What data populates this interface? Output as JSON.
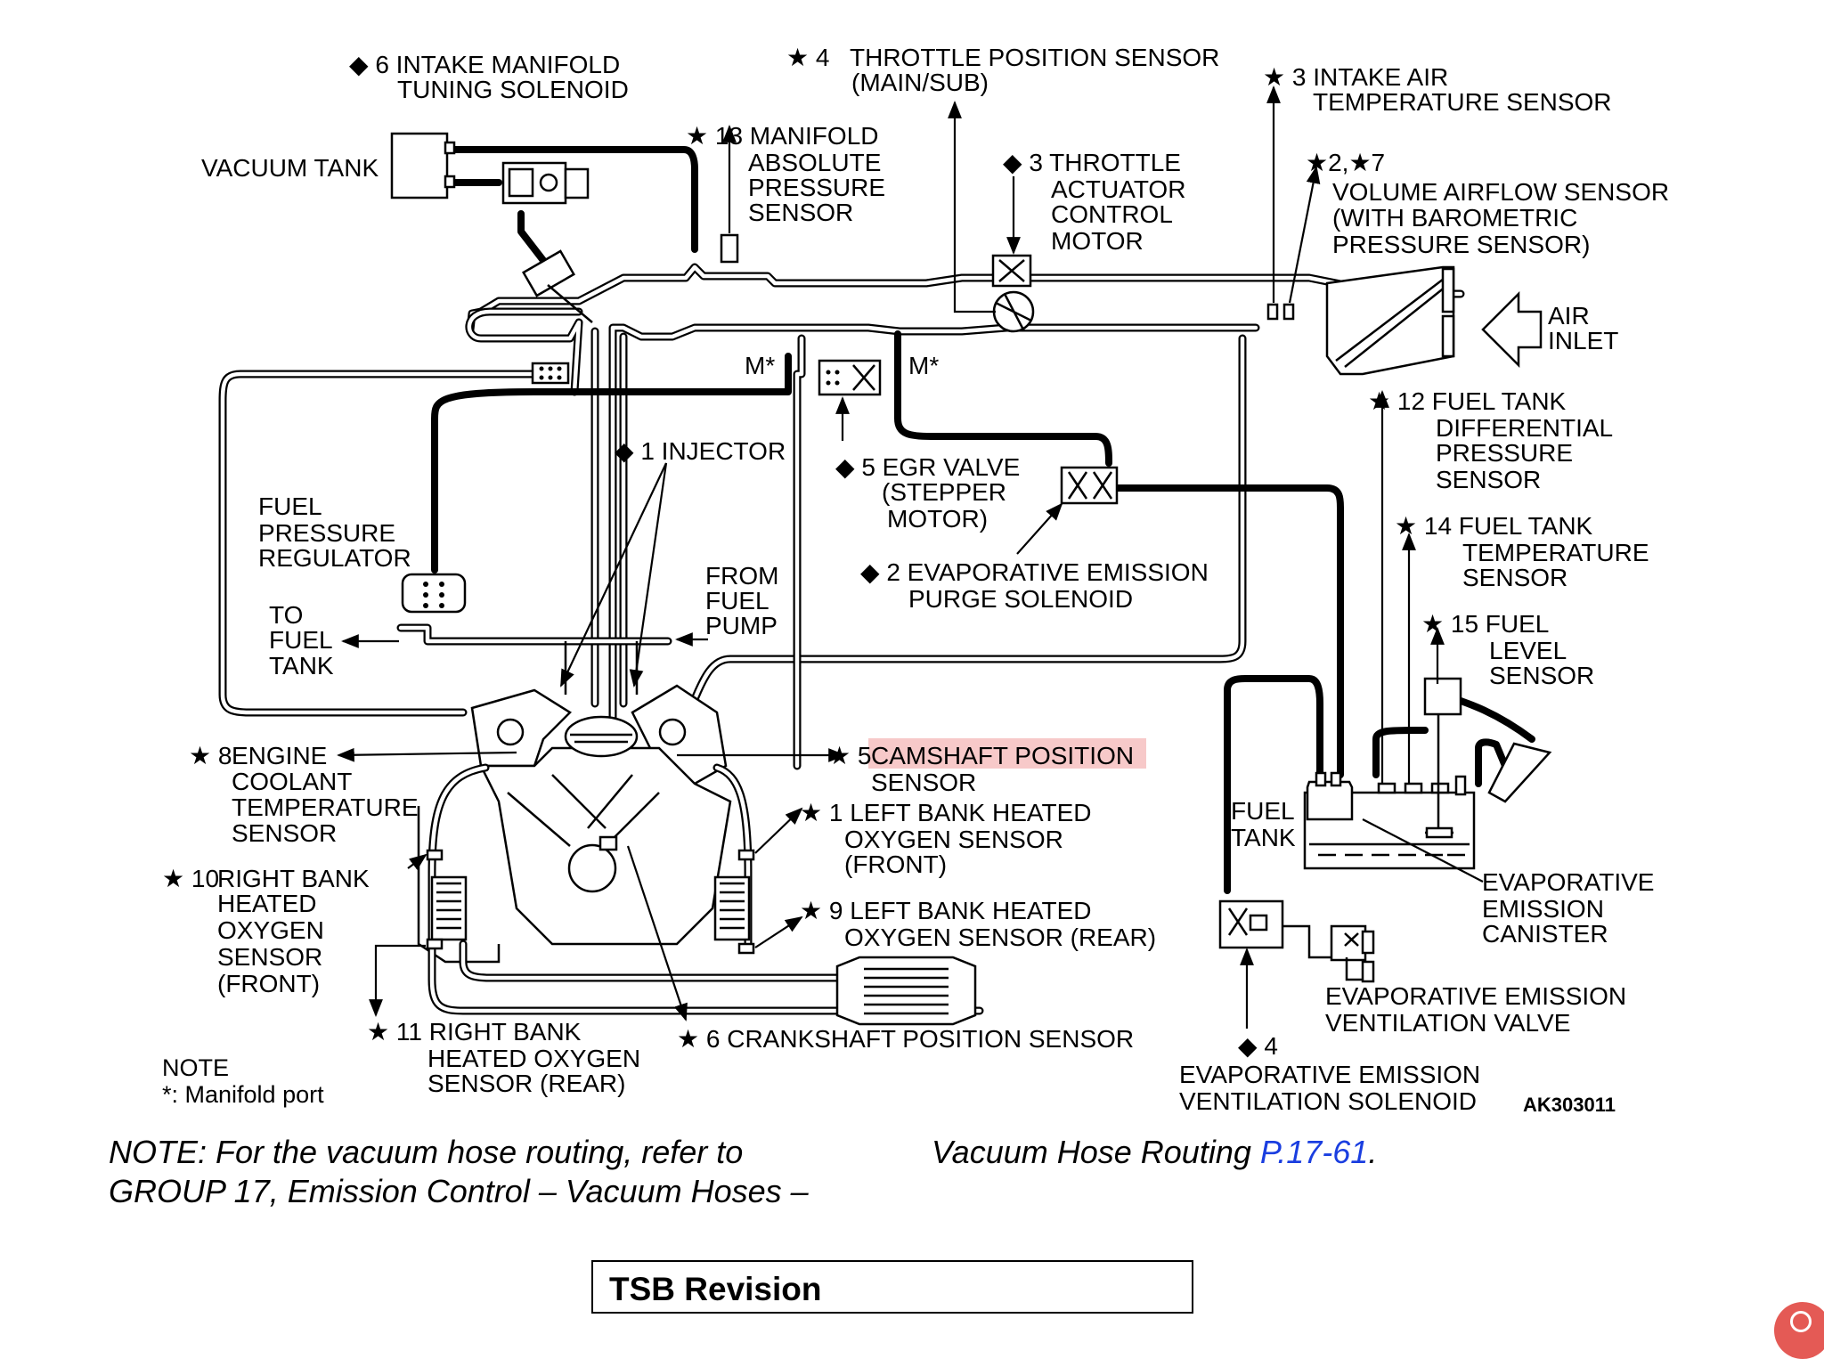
{
  "labels": {
    "intake_tuning": [
      "◆ 6 INTAKE MANIFOLD",
      "TUNING SOLENOID"
    ],
    "vacuum_tank": "VACUUM TANK",
    "tps": [
      "★ 4",
      "THROTTLE POSITION SENSOR",
      "(MAIN/SUB)"
    ],
    "iat": [
      "★ 3 INTAKE AIR",
      "TEMPERATURE SENSOR"
    ],
    "map": [
      "★ 13 MANIFOLD",
      "ABSOLUTE",
      "PRESSURE",
      "SENSOR"
    ],
    "throttle_motor": [
      "◆ 3 THROTTLE",
      "ACTUATOR",
      "CONTROL",
      "MOTOR"
    ],
    "vaf": [
      "★2,★7",
      "VOLUME AIRFLOW SENSOR",
      "(WITH BAROMETRIC",
      "PRESSURE SENSOR)"
    ],
    "air_inlet": [
      "AIR",
      "INLET"
    ],
    "manifold_port": "M*",
    "fuel_tank_diff": [
      "★ 12 FUEL TANK",
      "DIFFERENTIAL",
      "PRESSURE",
      "SENSOR"
    ],
    "injector": "◆ 1 INJECTOR",
    "egr": [
      "◆ 5 EGR VALVE",
      "(STEPPER",
      "MOTOR)"
    ],
    "fuel_pressure_regulator": [
      "FUEL",
      "PRESSURE",
      "REGULATOR"
    ],
    "fuel_tank_temp": [
      "★ 14 FUEL TANK",
      "TEMPERATURE",
      "SENSOR"
    ],
    "purge": [
      "◆ 2 EVAPORATIVE EMISSION",
      "PURGE SOLENOID"
    ],
    "from_fuel_pump": [
      "FROM",
      "FUEL",
      "PUMP"
    ],
    "to_fuel_tank": [
      "TO",
      "FUEL",
      "TANK"
    ],
    "fuel_level": [
      "★ 15 FUEL",
      "LEVEL",
      "SENSOR"
    ],
    "ect": [
      "★ 8",
      "ENGINE",
      "COOLANT",
      "TEMPERATURE",
      "SENSOR"
    ],
    "cmp_num": "★ 5",
    "cmp_highlight": "CAMSHAFT POSITION",
    "cmp_rest": "SENSOR",
    "left_front_o2": [
      "★ 1 LEFT BANK HEATED",
      "OXYGEN SENSOR",
      "(FRONT)"
    ],
    "fuel_tank": [
      "FUEL",
      "TANK"
    ],
    "right_front_o2": [
      "★ 10",
      "RIGHT BANK",
      "HEATED",
      "OXYGEN",
      "SENSOR",
      "(FRONT)"
    ],
    "canister": [
      "EVAPORATIVE",
      "EMISSION",
      "CANISTER"
    ],
    "left_rear_o2": [
      "★ 9 LEFT BANK HEATED",
      "OXYGEN SENSOR (REAR)"
    ],
    "vent_valve": [
      "EVAPORATIVE EMISSION",
      "VENTILATION VALVE"
    ],
    "right_rear_o2": [
      "★ 11 RIGHT BANK",
      "HEATED OXYGEN",
      "SENSOR (REAR)"
    ],
    "ckp": "★ 6 CRANKSHAFT POSITION SENSOR",
    "vent_solenoid": [
      "◆ 4",
      "EVAPORATIVE EMISSION",
      "VENTILATION SOLENOID"
    ],
    "note": [
      "NOTE",
      "*: Manifold port"
    ],
    "figure_code": "AK303011"
  },
  "highlight_color": "#f7c9c9",
  "footer": {
    "note_left": [
      "NOTE: For the vacuum hose routing, refer to",
      "GROUP 17, Emission Control – Vacuum Hoses –"
    ],
    "note_right_text": "Vacuum Hose Routing ",
    "note_right_link": "P.17-61",
    "note_right_end": ".",
    "link_color": "#1a3ee0"
  },
  "tsb": {
    "label": "TSB Revision"
  }
}
